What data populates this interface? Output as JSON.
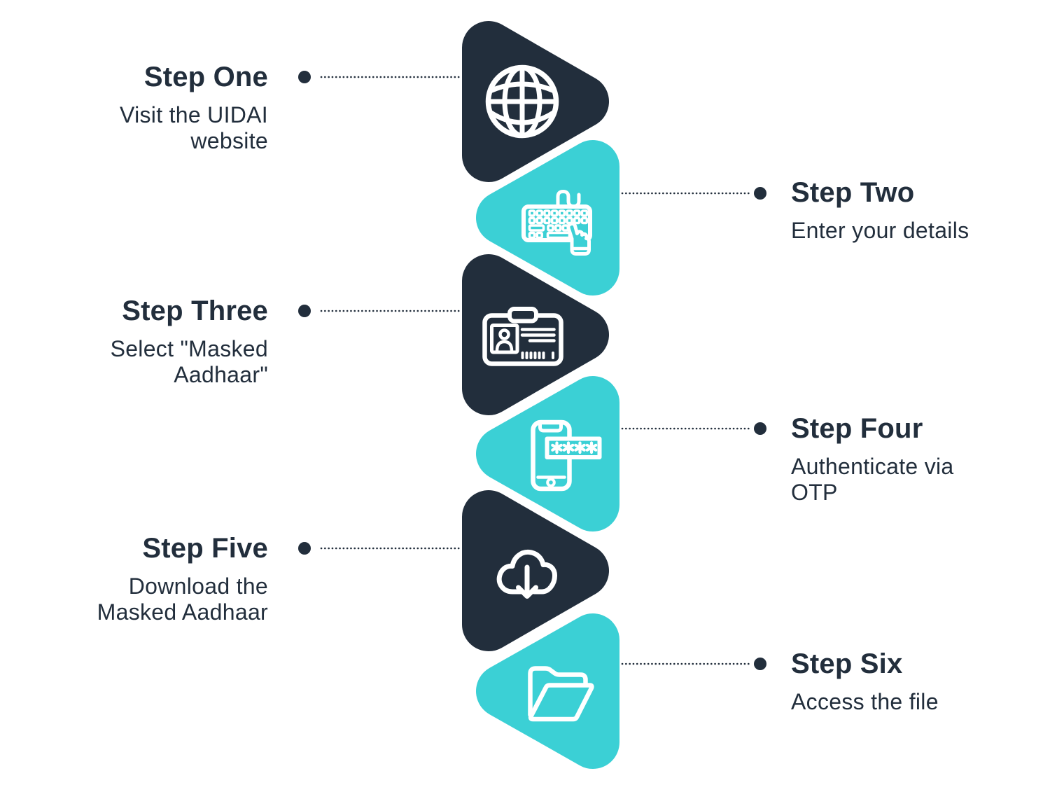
{
  "colors": {
    "dark": "#222E3C",
    "teal": "#3BD0D5",
    "background": "#FFFFFF",
    "icon_stroke": "#FFFFFF",
    "text": "#222E3C"
  },
  "steps": [
    {
      "id": "one",
      "label": "Step One",
      "description": "Visit the UIDAI website",
      "icon": "globe-icon",
      "shape_color": "dark",
      "side": "left"
    },
    {
      "id": "two",
      "label": "Step Two",
      "description": "Enter your details",
      "icon": "keyboard-icon",
      "shape_color": "teal",
      "side": "right"
    },
    {
      "id": "three",
      "label": "Step Three",
      "description": "Select \"Masked Aadhaar\"",
      "icon": "id-card-icon",
      "shape_color": "dark",
      "side": "left"
    },
    {
      "id": "four",
      "label": "Step Four",
      "description": "Authenticate via OTP",
      "icon": "smartphone-otp-icon",
      "shape_color": "teal",
      "side": "right"
    },
    {
      "id": "five",
      "label": "Step Five",
      "description": "Download the Masked Aadhaar",
      "icon": "cloud-download-icon",
      "shape_color": "dark",
      "side": "left"
    },
    {
      "id": "six",
      "label": "Step Six",
      "description": "Access the file",
      "icon": "open-folder-icon",
      "shape_color": "teal",
      "side": "right"
    }
  ]
}
